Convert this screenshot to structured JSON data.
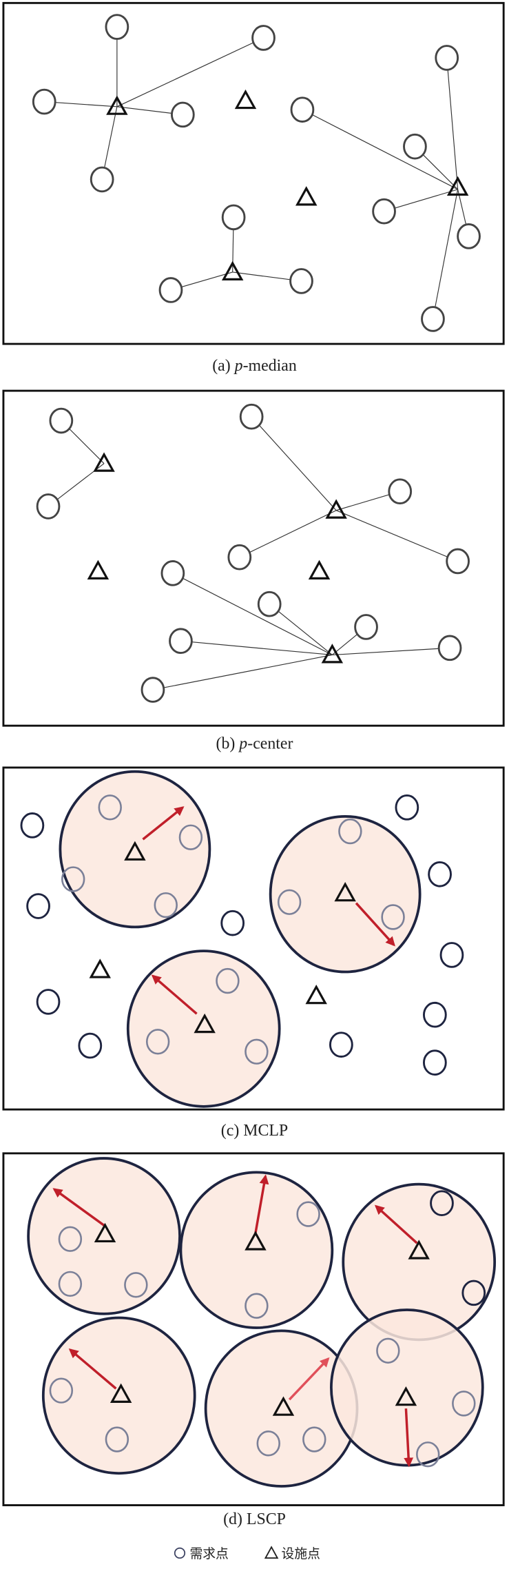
{
  "panels": [
    {
      "id": "a",
      "label": "(a) ",
      "italic": "p",
      "rest": "-median"
    },
    {
      "id": "b",
      "label": "(b) ",
      "italic": "p",
      "rest": "-center"
    },
    {
      "id": "c",
      "label": "(c) MCLP",
      "italic": "",
      "rest": ""
    },
    {
      "id": "d",
      "label": "(d) LSCP",
      "italic": "",
      "rest": ""
    }
  ],
  "legend": {
    "demand_icon": "○",
    "demand_label": "需求点",
    "facility_icon": "△",
    "facility_label": "设施点"
  },
  "colors": {
    "coverage_fill": "#fbe8de",
    "coverage_stroke": "#1e2440",
    "radius_arrow": "#c01f2a",
    "covered_demand": "#7b8098",
    "uncovered_demand": "#1e2440",
    "line": "#333333"
  }
}
